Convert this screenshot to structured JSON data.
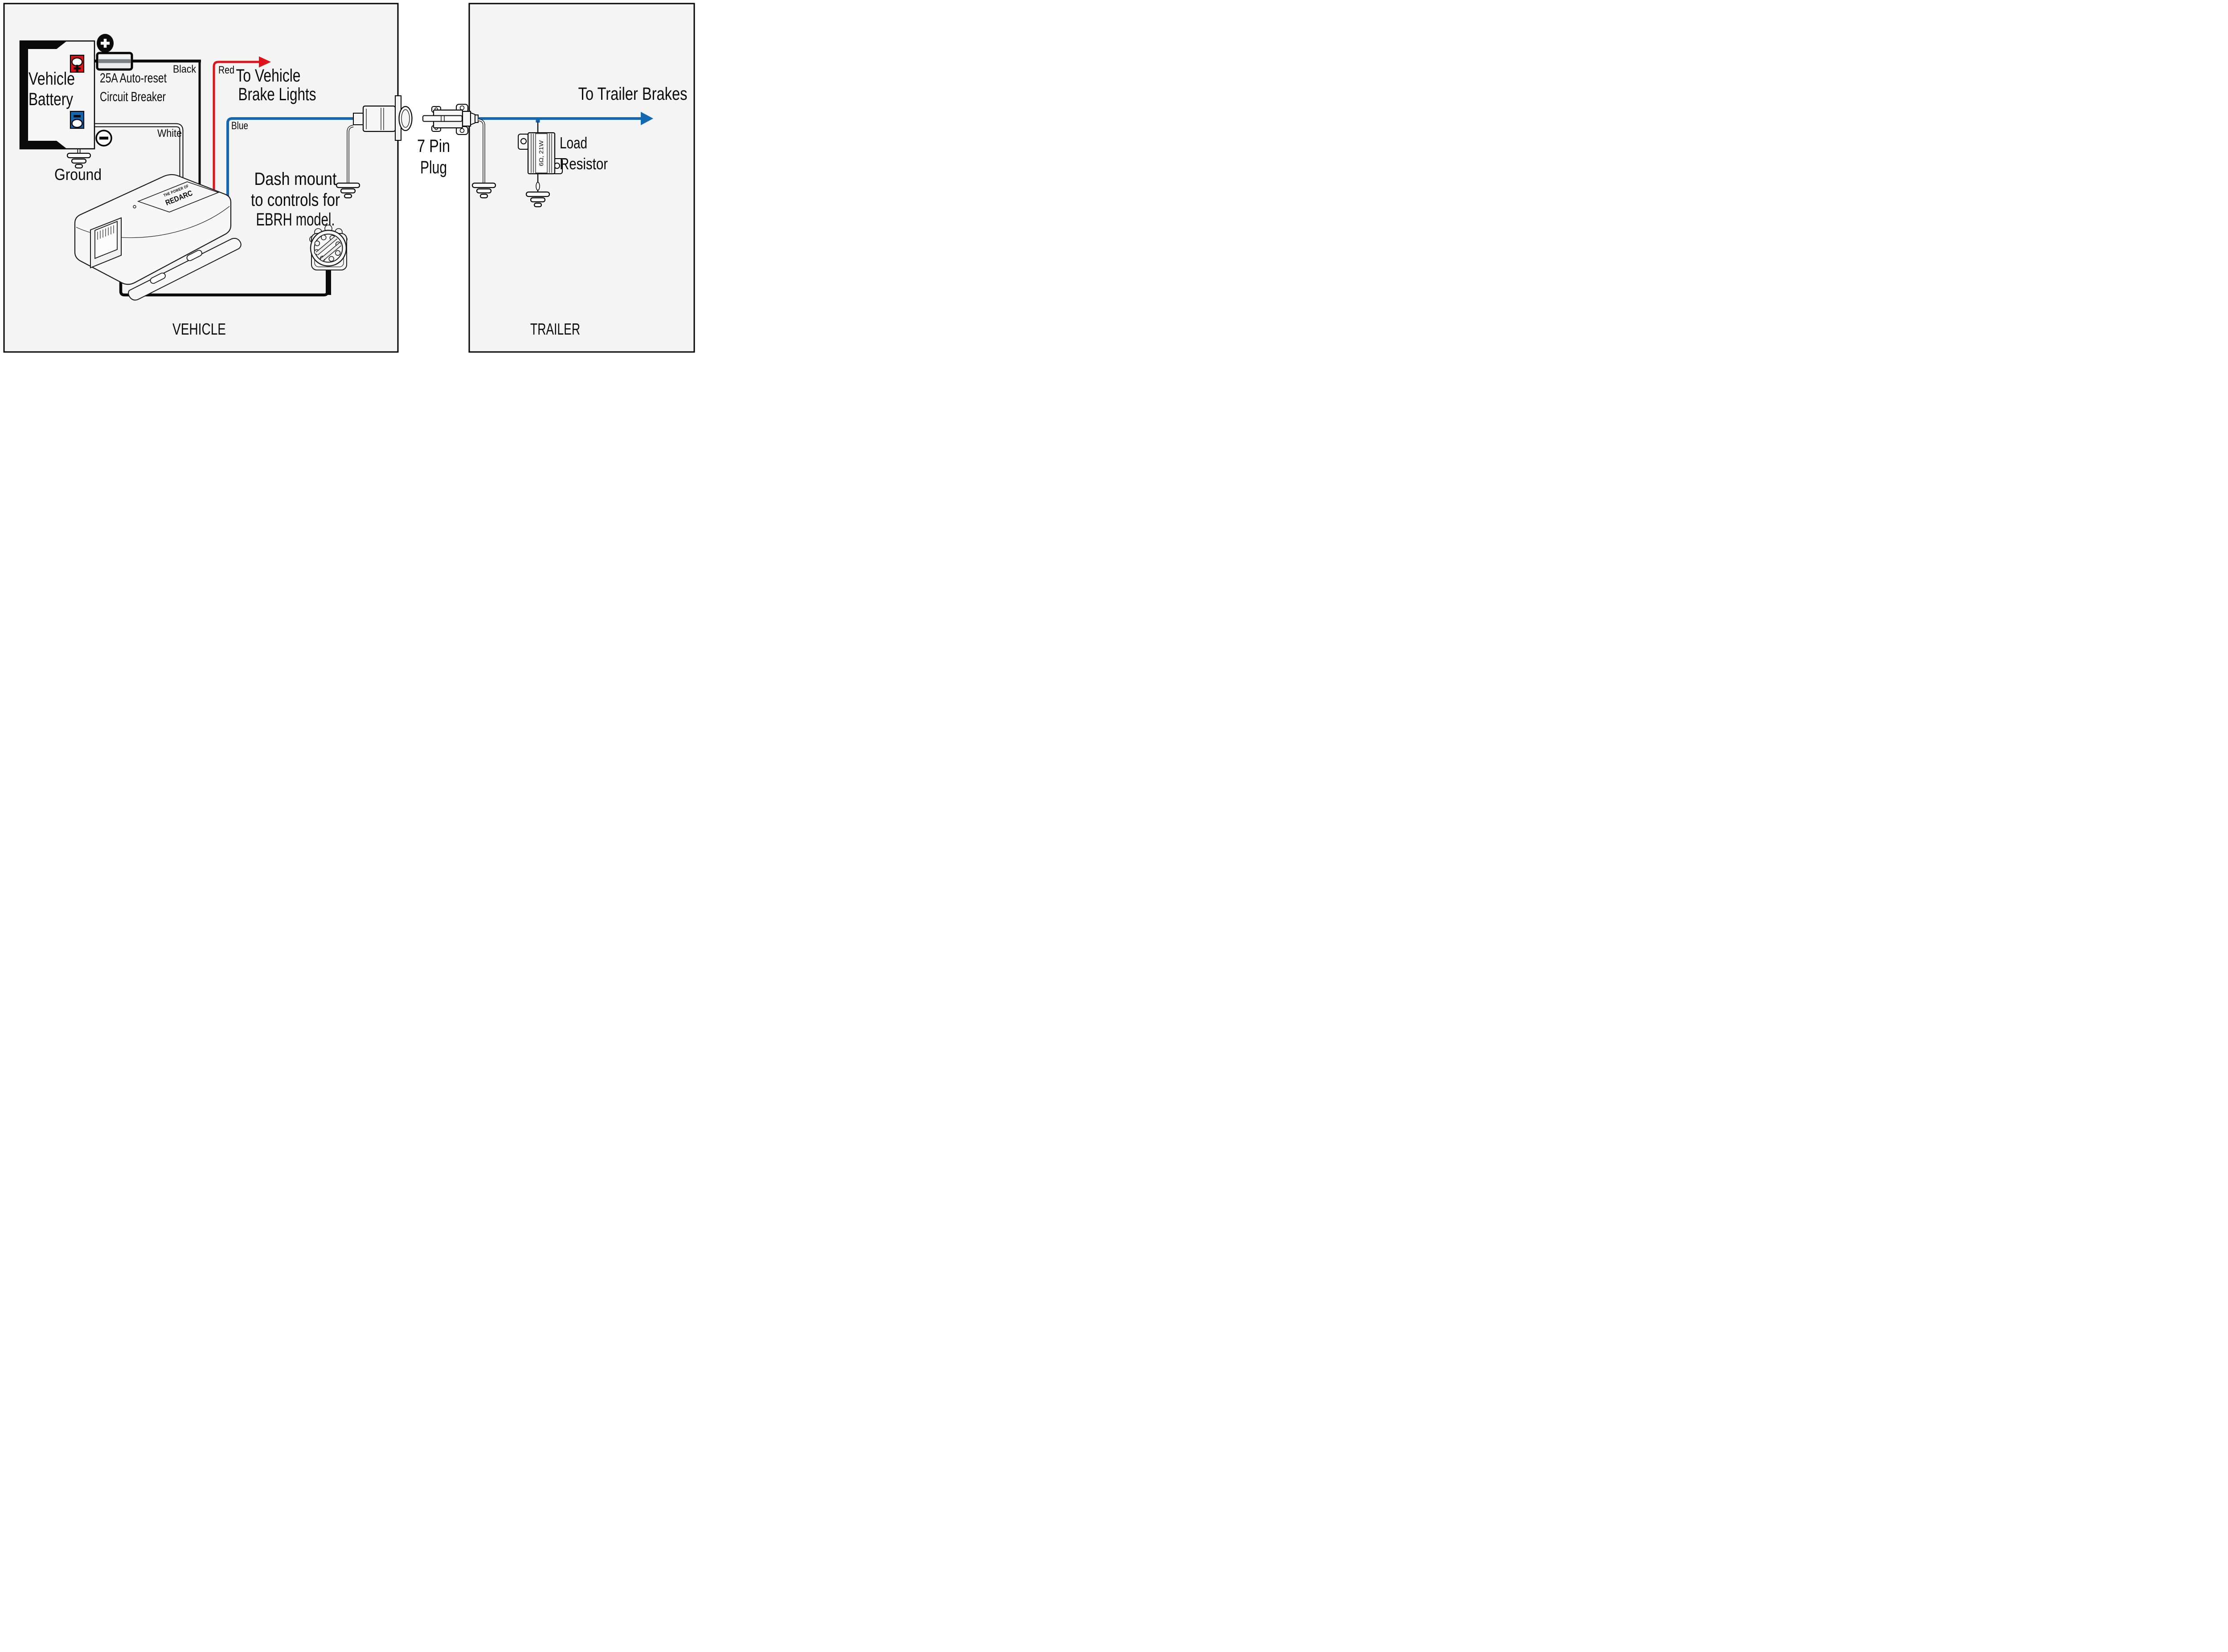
{
  "vehicle": {
    "section_label": "VEHICLE",
    "battery_label": {
      "line1": "Vehicle",
      "line2": "Battery"
    },
    "breaker_label": {
      "line1": "25A Auto-reset",
      "line2": "Circuit Breaker"
    },
    "ground_label": "Ground",
    "wire_labels": {
      "black": "Black",
      "white": "White",
      "red": "Red",
      "blue": "Blue"
    },
    "brake_lights_label": {
      "line1": "To Vehicle",
      "line2": "Brake Lights"
    },
    "controller_brand": {
      "line1": "THE POWER OF",
      "line2": "REDARC"
    },
    "dash_note": {
      "line1": "Dash mount",
      "line2": "to controls for",
      "line3": "EBRH model."
    }
  },
  "connector": {
    "label": {
      "line1": "7 Pin",
      "line2": "Plug"
    }
  },
  "trailer": {
    "section_label": "TRAILER",
    "brakes_label": "To Trailer Brakes",
    "load_resistor": {
      "label_line1": "Load",
      "label_line2": "Resistor",
      "rating": "6Ω, 21W"
    }
  },
  "icons": {
    "battery_positive_badge": "plus-icon",
    "battery_negative_badge": "minus-icon",
    "terminal_positive": "plus-icon",
    "terminal_negative": "minus-icon",
    "grounds": "ground-icon",
    "red_arrow": "arrow-right-icon",
    "blue_arrow": "arrow-right-icon"
  },
  "colors": {
    "wire_black": "#0a0a0a",
    "wire_red": "#e11119",
    "wire_blue": "#1268b3",
    "wire_white_fill": "#f6f6f7",
    "terminal_positive_fill": "#e11119",
    "terminal_negative_fill": "#1268b3",
    "panel_fill": "#f4f4f5",
    "outline": "#000000"
  }
}
